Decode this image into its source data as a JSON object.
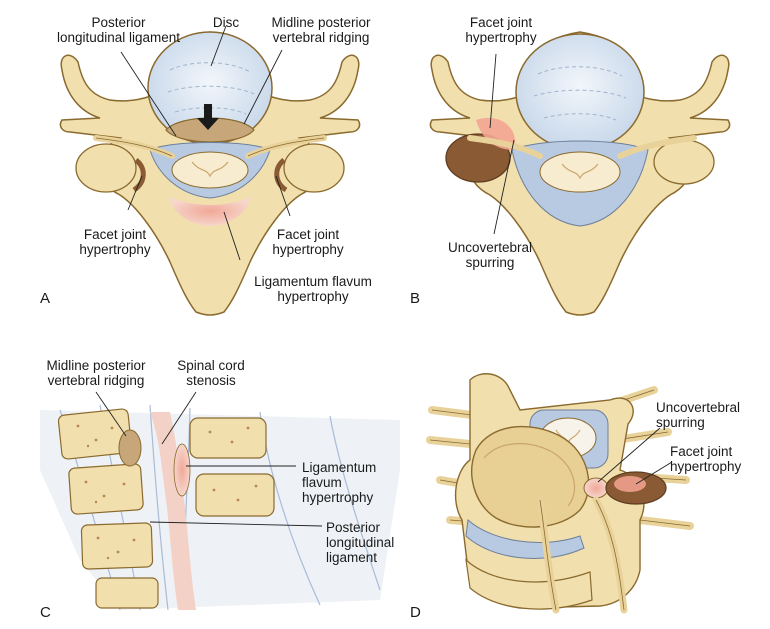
{
  "panels": {
    "a": {
      "letter": "A",
      "plc_line1": "Posterior",
      "plc_line2": "longitudinal ligament",
      "disc": "Disc",
      "mid_line1": "Midline posterior",
      "mid_line2": "vertebral ridging",
      "facet_left_line1": "Facet joint",
      "facet_left_line2": "hypertrophy",
      "facet_right_line1": "Facet joint",
      "facet_right_line2": "hypertrophy",
      "lf_line1": "Ligamentum flavum",
      "lf_line2": "hypertrophy"
    },
    "b": {
      "letter": "B",
      "facet_line1": "Facet joint",
      "facet_line2": "hypertrophy",
      "unc_line1": "Uncovertebral",
      "unc_line2": "spurring"
    },
    "c": {
      "letter": "C",
      "mid_line1": "Midline posterior",
      "mid_line2": "vertebral ridging",
      "stenosis_line1": "Spinal cord",
      "stenosis_line2": "stenosis",
      "lf_line1": "Ligamentum",
      "lf_line2": "flavum",
      "lf_line3": "hypertrophy",
      "plc_line1": "Posterior",
      "plc_line2": "longitudinal",
      "plc_line3": "ligament"
    },
    "d": {
      "letter": "D",
      "unc_line1": "Uncovertebral",
      "unc_line2": "spurring",
      "facet_line1": "Facet joint",
      "facet_line2": "hypertrophy"
    }
  },
  "colors": {
    "bone": "#f1dfae",
    "bone_edge": "#8a6a2e",
    "disc": "#dfe9f3",
    "cord_space": "#b8c9e2",
    "cord": "#f7ecd0",
    "hypertrophy": "#f2b7a8",
    "spur": "#c7a67a",
    "facet_dark": "#8a5a34",
    "line": "#222222"
  }
}
